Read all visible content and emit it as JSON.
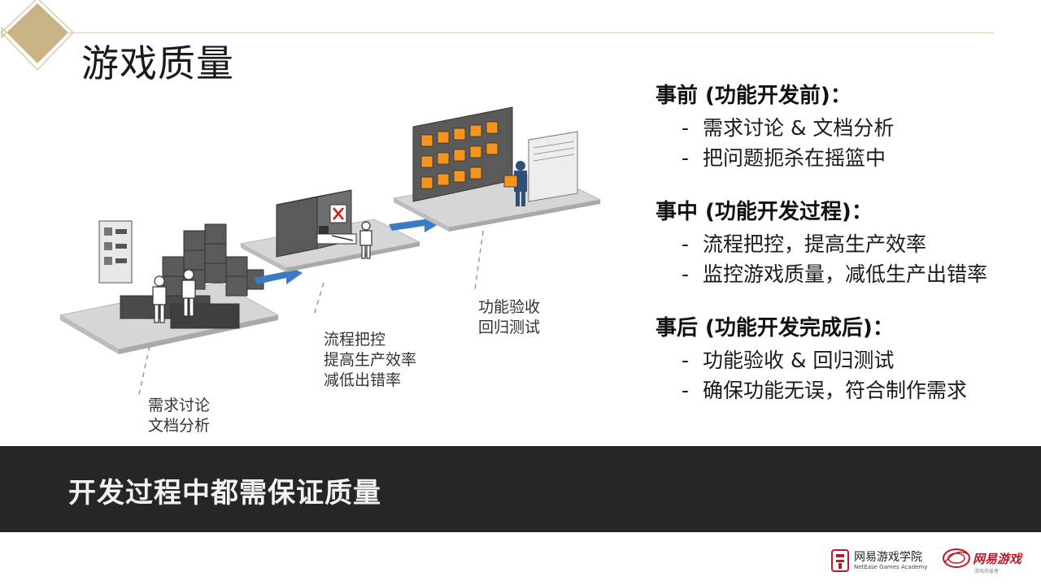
{
  "page": {
    "title": "游戏质量"
  },
  "illustration": {
    "labels": {
      "stage1": [
        "需求讨论",
        "文档分析"
      ],
      "stage2": [
        "流程把控",
        "提高生产效率",
        "减低出错率"
      ],
      "stage3": [
        "功能验收",
        "回归测试"
      ]
    }
  },
  "sections": [
    {
      "heading": "事前 (功能开发前)：",
      "items": [
        "需求讨论 & 文档分析",
        "把问题扼杀在摇篮中"
      ]
    },
    {
      "heading": "事中 (功能开发过程)：",
      "items": [
        "流程把控，提高生产效率",
        "监控游戏质量，减低生产出错率"
      ]
    },
    {
      "heading": "事后 (功能开发完成后)：",
      "items": [
        "功能验收 & 回归测试",
        "确保功能无误，符合制作需求"
      ]
    }
  ],
  "banner": {
    "text": "开发过程中都需保证质量"
  },
  "footer": {
    "academy_cn": "网易游戏学院",
    "academy_en": "NetEase Games Academy",
    "brand_cn": "网易游戏",
    "brand_sub": "游戏热爱者"
  },
  "colors": {
    "gold": "#c9b283",
    "banner": "#262626",
    "orange": "#f7941d",
    "arrow": "#3b7ac6",
    "brand_red": "#c0172a"
  }
}
